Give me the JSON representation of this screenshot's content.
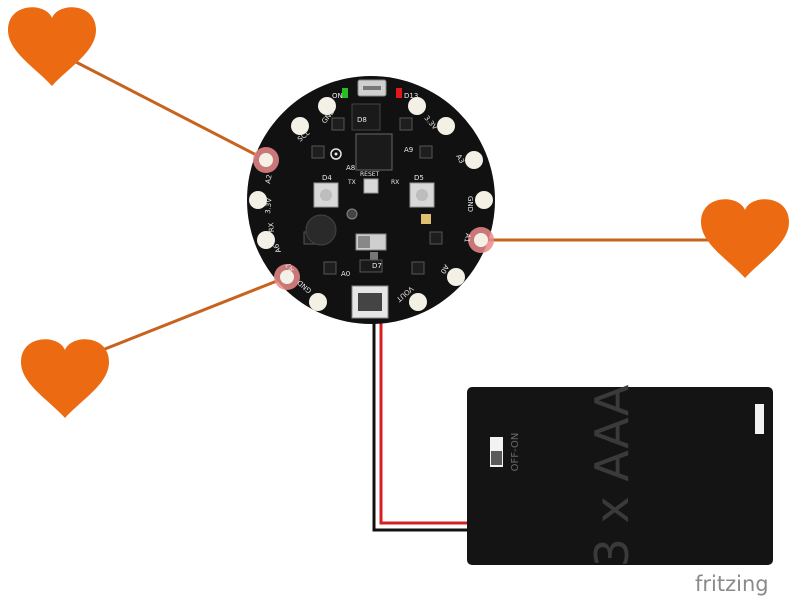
{
  "colors": {
    "wire_orange": "#c8631f",
    "heart": "#ec6b12",
    "board": "#111111",
    "pad": "#f3f1e6",
    "pad_highlight": "#ea8a8a",
    "battery": "#141414",
    "battery_text": "#3a3a3a",
    "wire_red": "#d61f1f",
    "wire_black": "#111111",
    "logo": "#8a8a8a"
  },
  "board": {
    "pads": {
      "top_left_a": "GND",
      "top_left_b": "SCL",
      "top_left_c": "3.3V",
      "top_left_d": "A2",
      "top_left_e": "RX",
      "top_left_f": "A6",
      "top_left_g": "A7",
      "top_right_a": "3.3V",
      "top_right_b": "A3",
      "top_right_c": "GND",
      "top_right_d": "A1",
      "bot_a": "GND",
      "bot_b": "A0",
      "bot_c": "VOUT"
    },
    "labels": {
      "led_left": "ON",
      "led_right": "D13",
      "reset": "RESET",
      "tx": "TX",
      "rx": "RX",
      "d4": "D4",
      "d5": "D5",
      "d7": "D7",
      "d8": "D8",
      "a8": "A8",
      "a9": "A9",
      "a0": "A0"
    }
  },
  "battery": {
    "label": "3 x AAA",
    "switch_label": "OFF-ON"
  },
  "footer": {
    "logo": "fritzing"
  }
}
